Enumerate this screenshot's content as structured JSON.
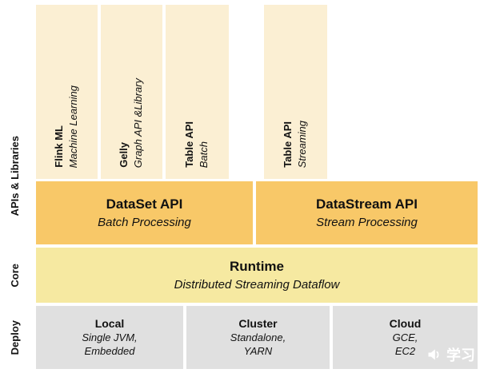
{
  "side_labels": {
    "apis": "APIs & Libraries",
    "core": "Core",
    "deploy": "Deploy"
  },
  "libraries": [
    {
      "name": "Flink ML",
      "subtitle": "Machine Learning"
    },
    {
      "name": "Gelly",
      "subtitle": "Graph API &Library"
    },
    {
      "name": "Table API",
      "subtitle": "Batch"
    },
    {
      "name": "Table API",
      "subtitle": "Streaming"
    }
  ],
  "api_layer": [
    {
      "name": "DataSet API",
      "subtitle": "Batch Processing"
    },
    {
      "name": "DataStream API",
      "subtitle": "Stream Processing"
    }
  ],
  "core_layer": {
    "name": "Runtime",
    "subtitle": "Distributed Streaming Dataflow"
  },
  "deploy_layer": [
    {
      "name": "Local",
      "line1": "Single JVM,",
      "line2": "Embedded"
    },
    {
      "name": "Cluster",
      "line1": "Standalone,",
      "line2": "YARN"
    },
    {
      "name": "Cloud",
      "line1": "GCE,",
      "line2": "EC2"
    }
  ],
  "watermark": {
    "text": "学习",
    "icon": "megaphone-icon"
  },
  "colors": {
    "library_column": "#FBEFD3",
    "api_layer": "#F8C868",
    "core_layer": "#F6E9A1",
    "deploy_layer": "#E0E0E0",
    "text": "#111111",
    "watermark_text": "#FFFFFF"
  }
}
